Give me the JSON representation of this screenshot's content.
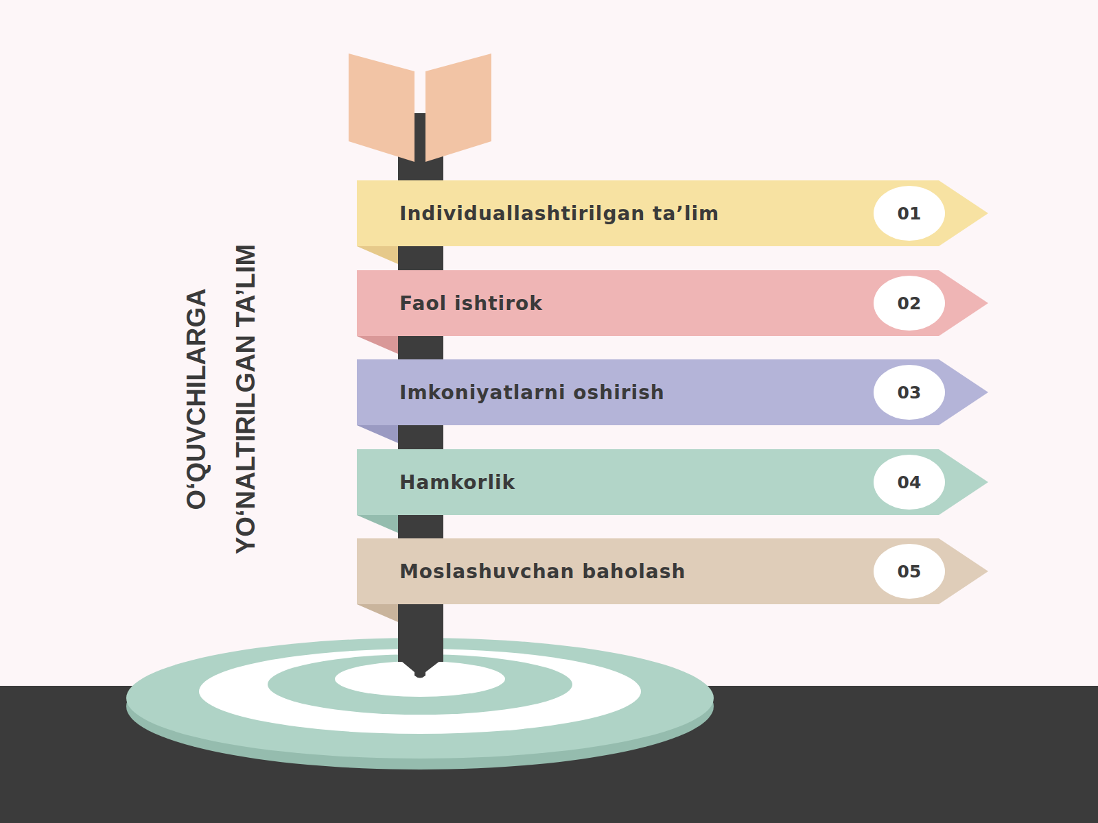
{
  "diagram": {
    "title": "O‘QUVCHILARGA YO‘NALTIRILGAN TA’LIM",
    "nodes": [
      {
        "text": [
          "Individuallashtirilgan ta’lim"
        ]
      },
      {
        "text": [
          "01"
        ],
        "in": 0
      },
      {
        "text": [
          "Faol ishtirok"
        ]
      },
      {
        "text": [
          "02"
        ],
        "in": 2
      },
      {
        "text": [
          "Imkoniyatlarni oshirish"
        ]
      },
      {
        "text": [
          "03"
        ],
        "in": 4
      },
      {
        "text": [
          "Hamkorlik"
        ]
      },
      {
        "text": [
          "04"
        ],
        "in": 6
      },
      {
        "text": [
          "Moslashuvchan baholash"
        ]
      },
      {
        "text": [
          "05"
        ],
        "in": 8
      }
    ]
  }
}
